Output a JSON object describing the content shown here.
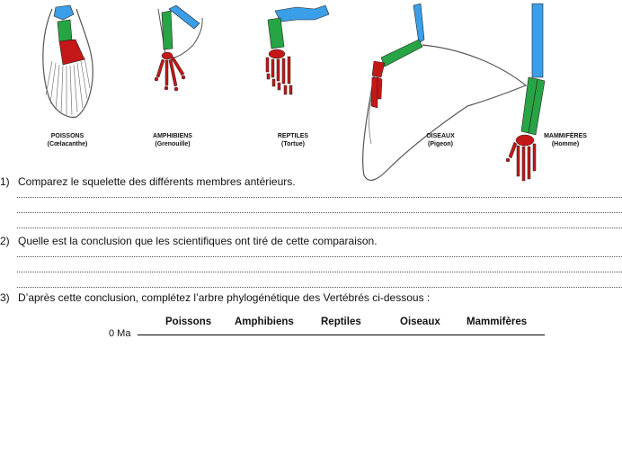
{
  "colors": {
    "humerus": "#3b9ee8",
    "radius_ulna": "#27a544",
    "hand": "#c41717",
    "outline": "#555555"
  },
  "figures": [
    {
      "group": "POISSONS",
      "species": "(Cœlacanthe)"
    },
    {
      "group": "AMPHIBIENS",
      "species": "(Grenouille)"
    },
    {
      "group": "REPTILES",
      "species": "(Tortue)"
    },
    {
      "group": "OISEAUX",
      "species": "(Pigeon)"
    },
    {
      "group": "MAMMIFÈRES",
      "species": "(Homme)"
    }
  ],
  "questions": [
    {
      "num": "1)",
      "text": "Comparez le squelette  des différents membres antérieurs."
    },
    {
      "num": "2)",
      "text": "Quelle est la conclusion que les scientifiques ont tiré de cette comparaison."
    },
    {
      "num": "3)",
      "text": "D’après cette conclusion, complétez l’arbre phylogénétique des Vertébrés ci-dessous :"
    }
  ],
  "tree": {
    "origin_label": "0 Ma",
    "taxa": [
      "Poissons",
      "Amphibiens",
      "Reptiles",
      "Oiseaux",
      "Mammifères"
    ]
  }
}
